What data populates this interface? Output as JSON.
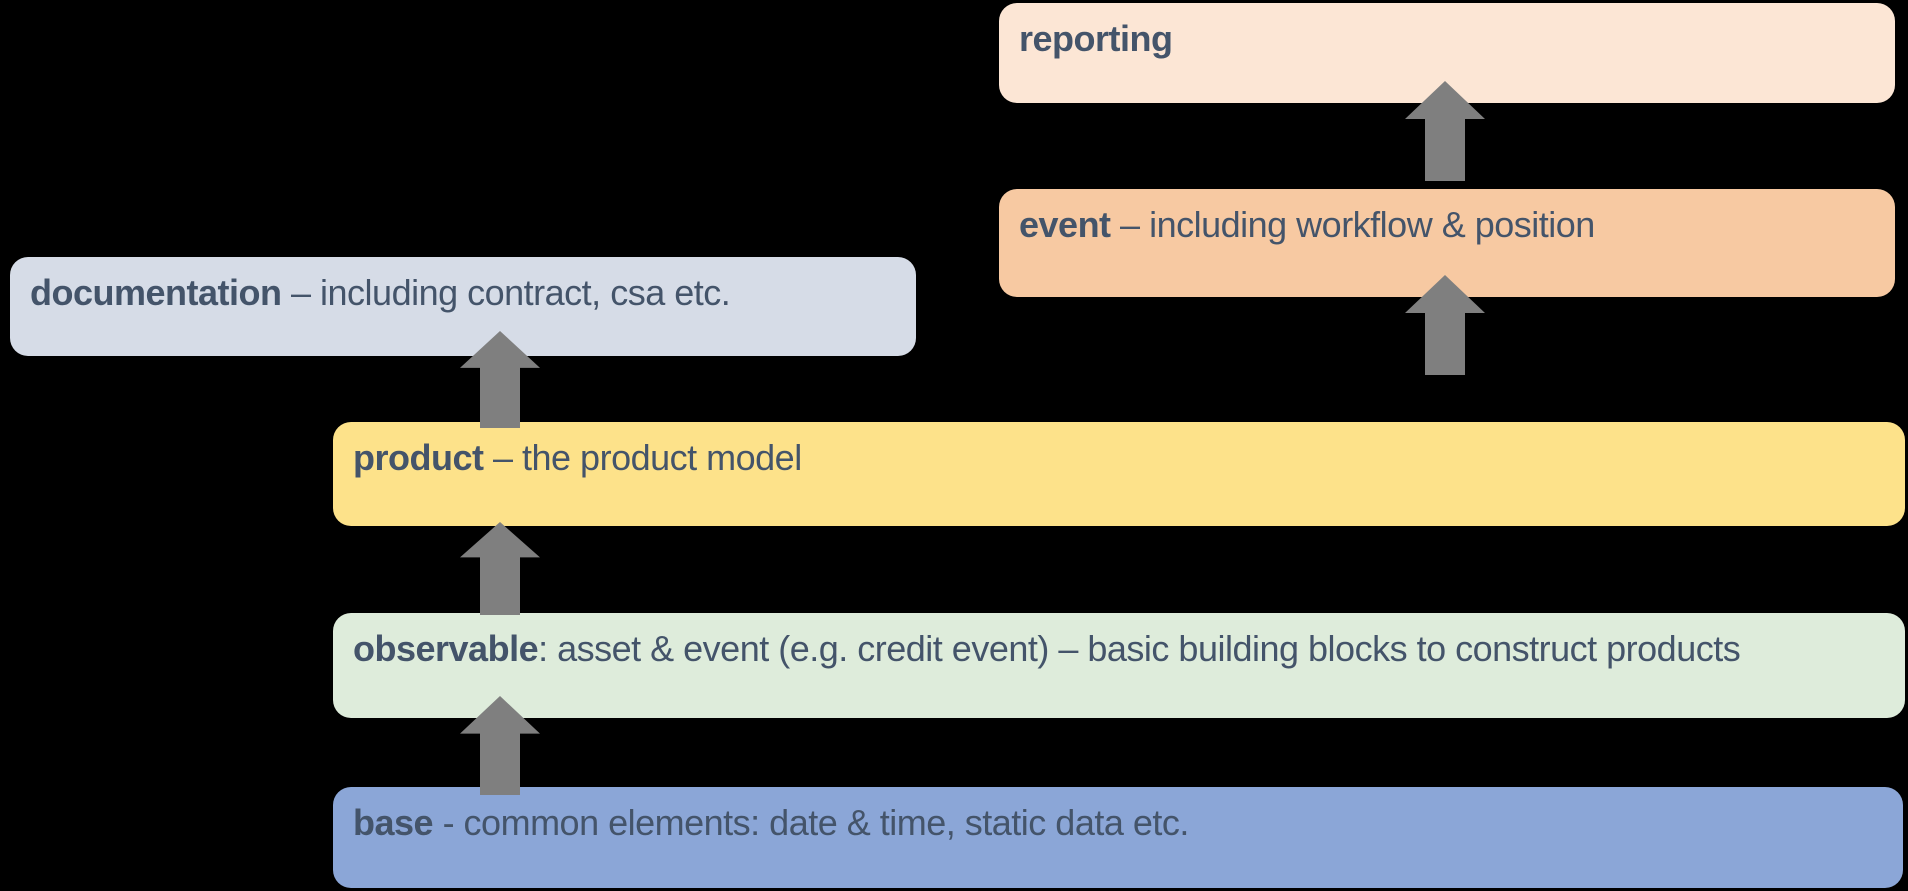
{
  "diagram": {
    "title": "layered model diagram",
    "background": "#000000",
    "text_color": "#44546A",
    "arrow_color": "#7F7F7F"
  },
  "boxes": {
    "reporting": {
      "bold": "reporting",
      "rest": "",
      "fill": "#FCE6D5"
    },
    "event": {
      "bold": "event",
      "rest": " – including workflow & position",
      "fill": "#F7C9A2"
    },
    "documentation": {
      "bold": "documentation",
      "rest": " – including contract, csa etc.",
      "fill": "#D6DCE7"
    },
    "product": {
      "bold": "product",
      "rest": " – the product model",
      "fill": "#FDE28A"
    },
    "observable": {
      "bold": "observable",
      "rest": ": asset & event (e.g. credit event) – basic building blocks to construct products",
      "fill": "#DEECDB"
    },
    "base": {
      "bold": "base",
      "rest": " - common elements: date & time, static data etc.",
      "fill": "#8BA6D7"
    }
  },
  "arrows": [
    {
      "id": "base-to-observable",
      "from": "base",
      "to": "observable"
    },
    {
      "id": "observable-to-product",
      "from": "observable",
      "to": "product"
    },
    {
      "id": "product-to-documentation",
      "from": "product",
      "to": "documentation"
    },
    {
      "id": "product-to-event",
      "from": "product",
      "to": "event"
    },
    {
      "id": "event-to-reporting",
      "from": "event",
      "to": "reporting"
    }
  ]
}
